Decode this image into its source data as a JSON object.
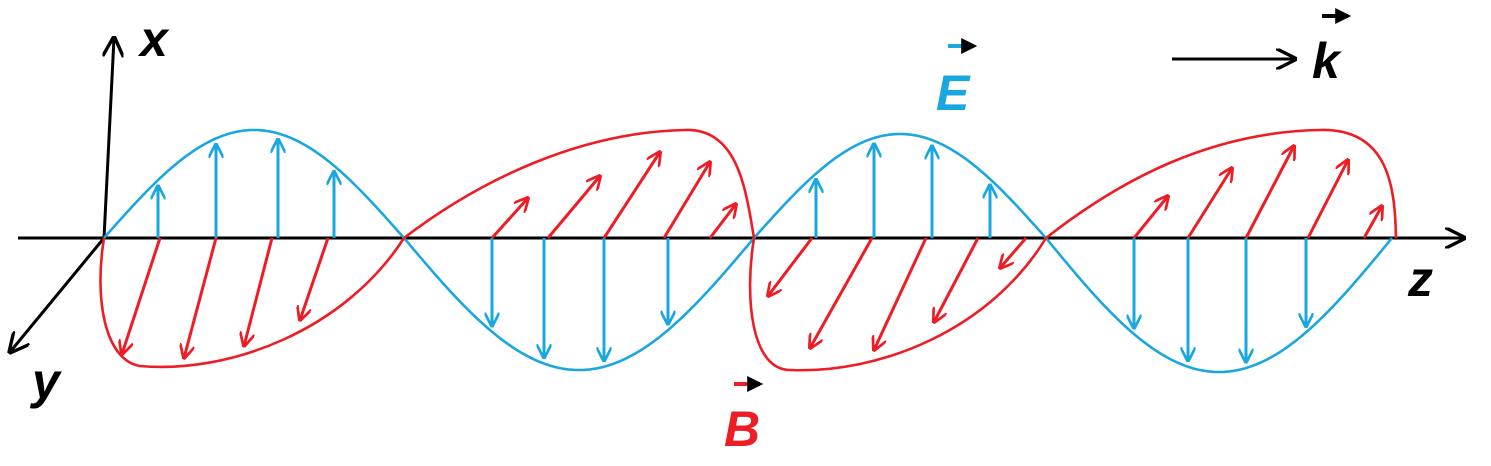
{
  "labels": {
    "x_axis": "x",
    "y_axis": "y",
    "z_axis": "z",
    "e_field": "E",
    "b_field": "B",
    "wave_vector": "k"
  },
  "colors": {
    "e_field": "#1aa7e0",
    "b_field": "#ee1c24",
    "axes": "#000000"
  }
}
